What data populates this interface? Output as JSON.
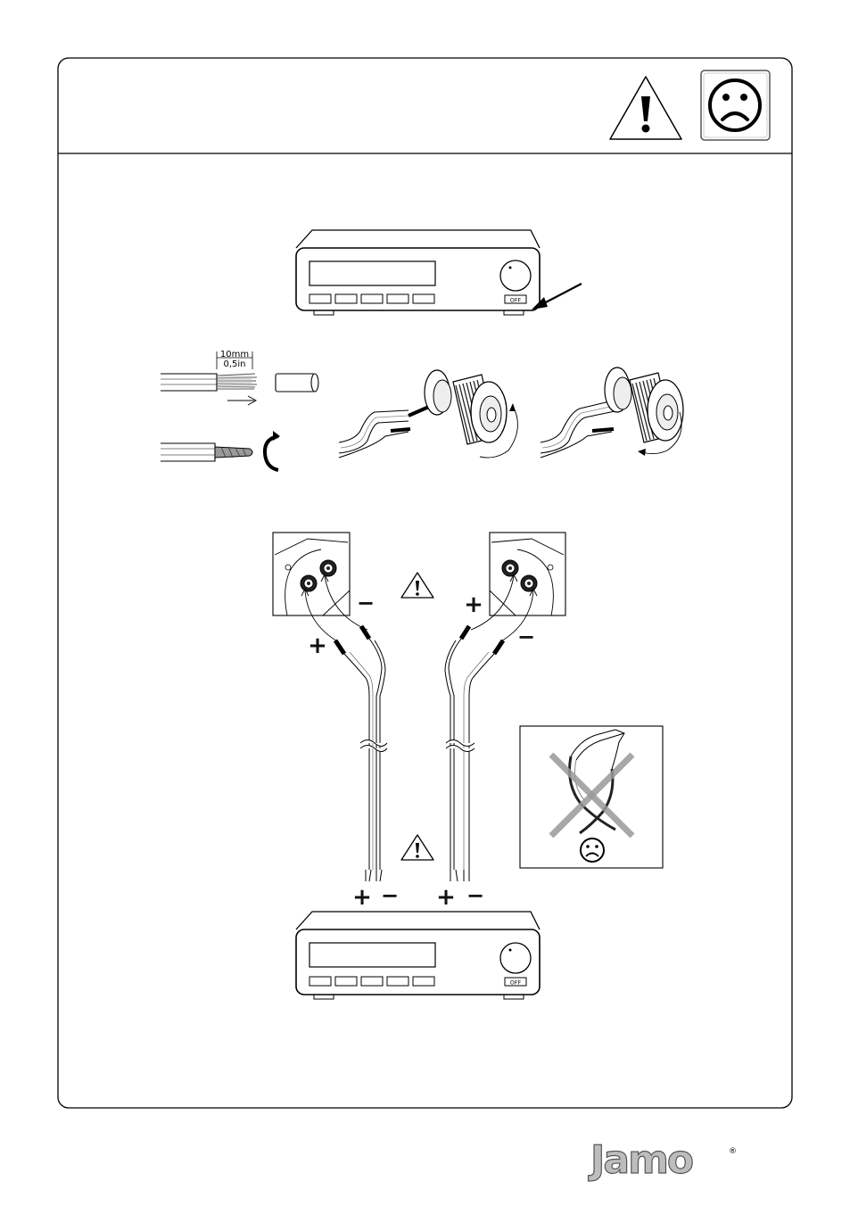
{
  "strip": {
    "length_mm": "10mm",
    "length_in": "0,5in"
  },
  "amp_top": {
    "button_label": "OFF"
  },
  "amp_bottom": {
    "button_label": "OFF"
  },
  "left_speaker": {
    "minus": "−",
    "plus": "+"
  },
  "right_speaker": {
    "plus": "+",
    "minus": "−"
  },
  "amp_terminals": {
    "left_plus": "+",
    "left_minus": "−",
    "right_plus": "+",
    "right_minus": "−"
  },
  "brand": {
    "name": "Jamo",
    "registered": "®"
  }
}
